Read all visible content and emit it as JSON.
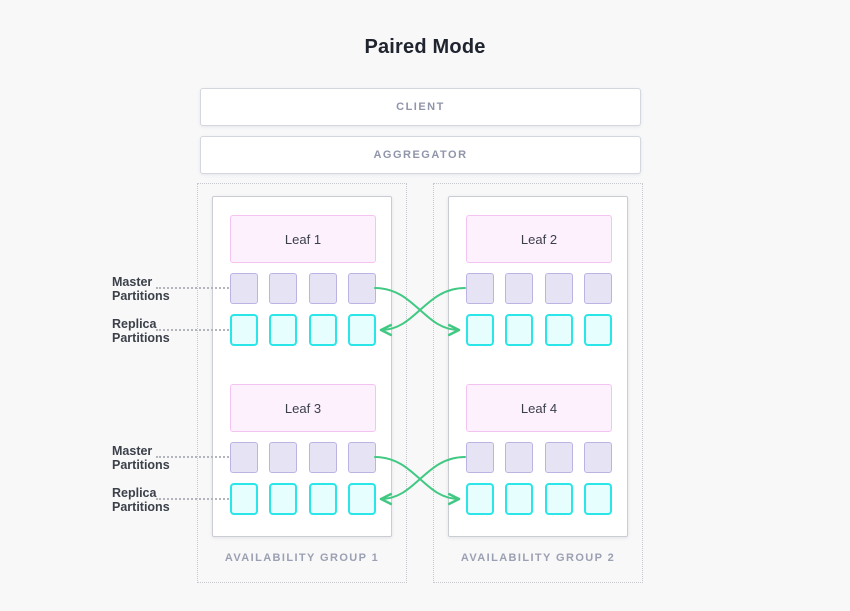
{
  "title": "Paired Mode",
  "tiers": {
    "client_label": "CLIENT",
    "aggregator_label": "AGGREGATOR"
  },
  "groups": [
    {
      "name": "AVAILABILITY GROUP 1",
      "leaves": [
        {
          "label": "Leaf 1"
        },
        {
          "label": "Leaf 3"
        }
      ]
    },
    {
      "name": "AVAILABILITY GROUP 2",
      "leaves": [
        {
          "label": "Leaf 2"
        },
        {
          "label": "Leaf 4"
        }
      ]
    }
  ],
  "partition_labels": {
    "master": "Master Partitions",
    "replica": "Replica Partitions"
  },
  "partitions_per_row": 4,
  "replication": "each master row replicates to the replica row of the paired leaf in the other availability group",
  "colors": {
    "background": "#f8f8f9",
    "title_text": "#20242e",
    "tier_text": "#9095aa",
    "group_label_text": "#9ba0b2",
    "leaf_fill": "#fdf1fe",
    "leaf_border": "#f5c3f2",
    "master_fill": "#e6e3f5",
    "master_border": "#bdb3e3",
    "replica_fill": "#e6fefd",
    "replica_border": "#2ae6e9",
    "arrow": "#41c983"
  }
}
